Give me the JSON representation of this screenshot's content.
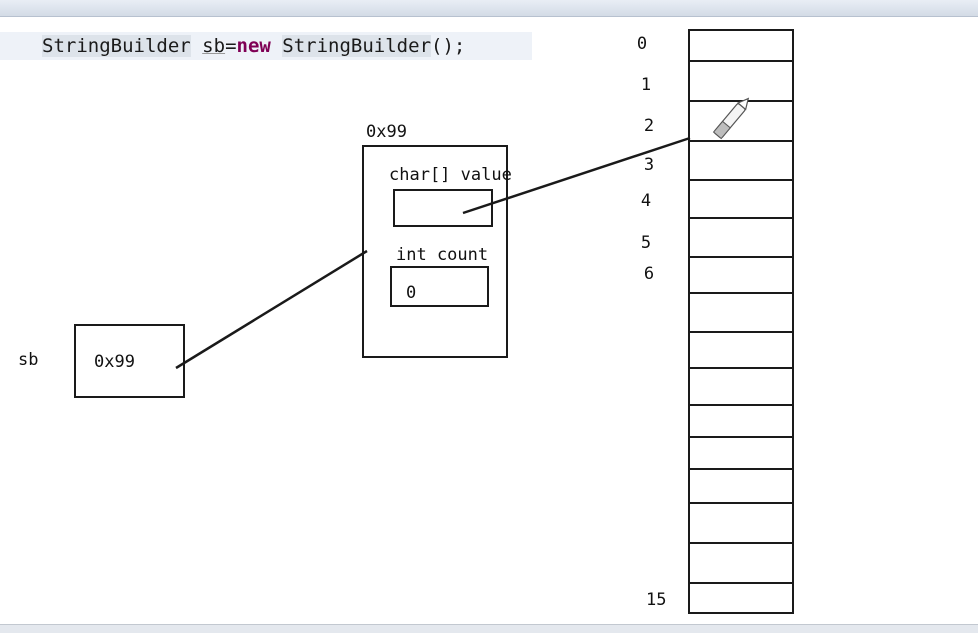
{
  "code": {
    "t1": "StringBuilder",
    "t2": "sb",
    "t3": "=",
    "t4": "new",
    "t5": "StringBuilder",
    "t6": "();"
  },
  "diagram": {
    "ref_var_label": "sb",
    "ref_var_value": "0x99",
    "object_address": "0x99",
    "field_value_label": "char[] value",
    "field_count_label": "int count",
    "field_count_value": "0",
    "array_index_labels": [
      "0",
      "1",
      "2",
      "3",
      "4",
      "5",
      "6",
      "15"
    ]
  }
}
